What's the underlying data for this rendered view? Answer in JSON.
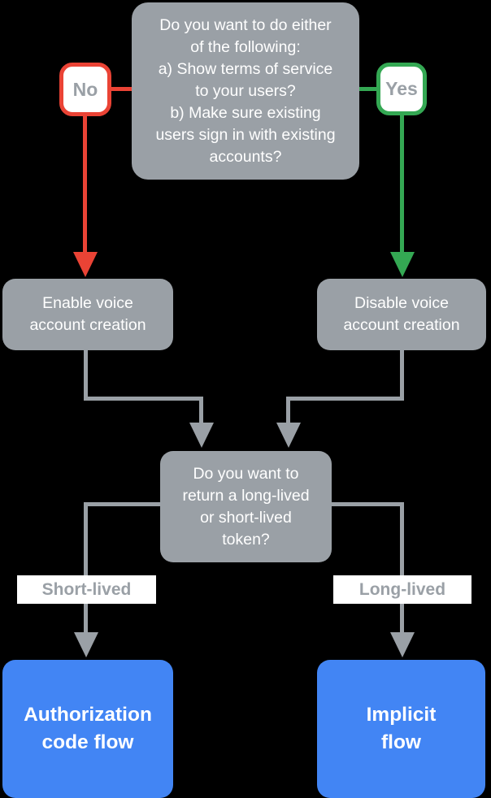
{
  "colors": {
    "background": "#000000",
    "node_gray": "#9AA0A6",
    "connector_gray": "#9AA0A6",
    "red": "#EA4335",
    "green": "#34A853",
    "blue": "#4285F4",
    "node_text": "#FFFFFF",
    "badge_bg": "#FFFFFF",
    "badge_text": "#9AA0A6",
    "label_text": "#9AA0A6"
  },
  "nodes": {
    "question_top": {
      "text": "Do you want to do either\nof the following:\na) Show terms of service\nto your users?\nb) Make sure existing\nusers sign in with existing\naccounts?"
    },
    "no_badge": {
      "label": "No"
    },
    "yes_badge": {
      "label": "Yes"
    },
    "enable_voice": {
      "text": "Enable voice\naccount creation"
    },
    "disable_voice": {
      "text": "Disable voice\naccount creation"
    },
    "question_token": {
      "text": "Do you want to\nreturn a long-lived\nor short-lived\ntoken?"
    },
    "short_lived_label": {
      "text": "Short-lived"
    },
    "long_lived_label": {
      "text": "Long-lived"
    },
    "auth_code_flow": {
      "text": "Authorization\ncode flow"
    },
    "implicit_flow": {
      "text": "Implicit\nflow"
    }
  }
}
